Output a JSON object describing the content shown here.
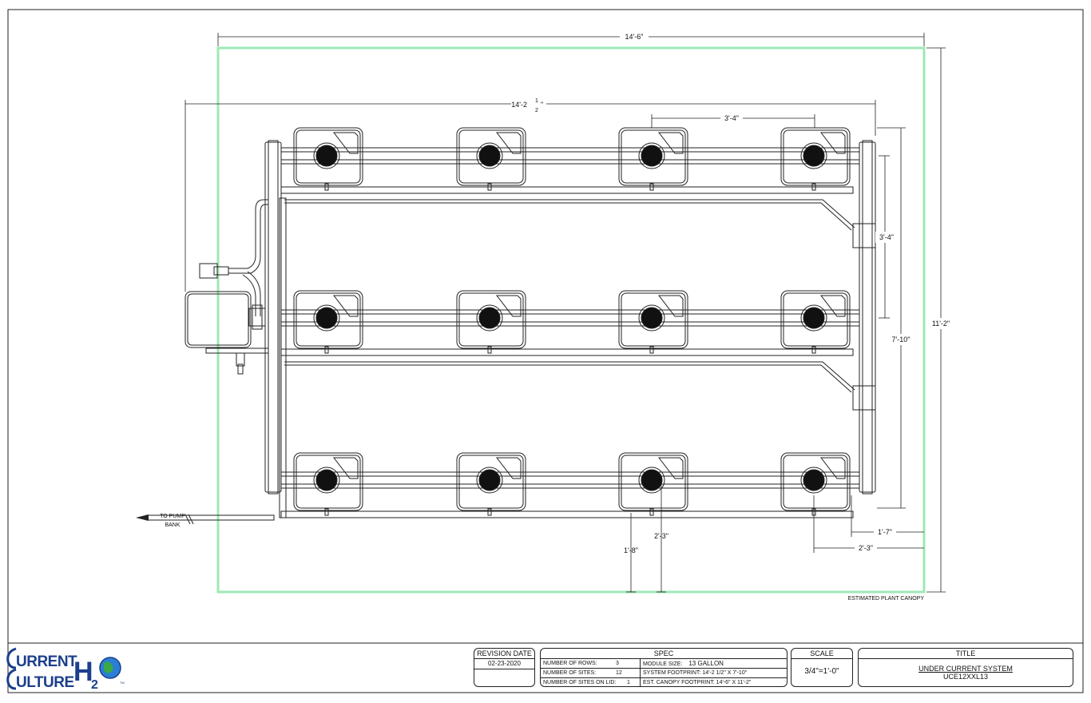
{
  "drawing": {
    "dims": {
      "outer_width": "14'-6\"",
      "system_width_main": "14'-2",
      "system_width_frac_top": "1",
      "system_width_frac_bottom": "2",
      "system_width_tail": "\"",
      "module_spacing": "3'-4\"",
      "row_spacing": "3'-4\"",
      "system_depth": "7'-10\"",
      "outer_depth": "11'-2\"",
      "edge_right_a": "1'-7\"",
      "edge_right_b": "2'-3\"",
      "edge_bottom_a": "2'-3\"",
      "edge_bottom_b": "1'-8\""
    },
    "labels": {
      "to_pump_1": "TO PUMP",
      "to_pump_2": "BANK",
      "canopy": "ESTIMATED PLANT CANOPY"
    },
    "colors": {
      "canopy": "#9ee8b6",
      "line": "#222222"
    }
  },
  "logo": {
    "line1": "URRENT",
    "line2": "ULTURE",
    "h": "H",
    "two": "2",
    "tm": "TM"
  },
  "title_block": {
    "revision": {
      "header": "REVISION DATE",
      "date": "02-23-2020"
    },
    "spec": {
      "header": "SPEC",
      "rows_label": "NUMBER OF ROWS:",
      "rows_value": "3",
      "sites_label": "NUMBER OF SITES:",
      "sites_value": "12",
      "lid_label": "NUMBER OF SITES ON LID:",
      "lid_value": "1",
      "module_label": "MODULE SIZE:",
      "module_value": "13 GALLON",
      "footprint_label": "SYSTEM FOOTPRINT:",
      "footprint_value": "14'-2 1/2\" X 7'-10\"",
      "canopy_label": "EST. CANOPY FOOTPRINT:",
      "canopy_value": "14'-6\" X 11'-2\""
    },
    "scale": {
      "header": "SCALE",
      "value": "3/4\"=1'-0\""
    },
    "title": {
      "header": "TITLE",
      "name": "UNDER CURRENT SYSTEM",
      "code": "UCE12XXL13"
    }
  }
}
